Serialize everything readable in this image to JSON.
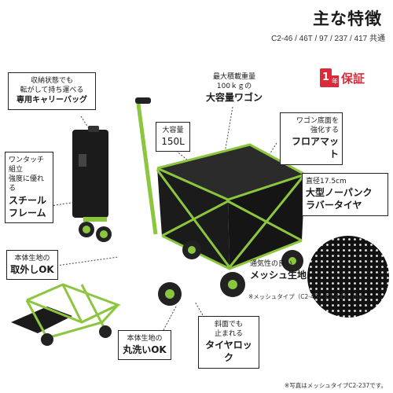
{
  "header": {
    "title": "主な特徴",
    "models": "C2-46 / 46T / 97 / 237 / 417 共通"
  },
  "warranty": {
    "number": "1",
    "unit": "年",
    "label": "保証"
  },
  "features": {
    "carry_bag": {
      "line1": "収納状態でも",
      "line2": "転がして持ち運べる",
      "line3": "専用キャリーバッグ"
    },
    "frame": {
      "line1": "ワンタッチ組立",
      "line2": "強度に優れる",
      "line3": "スチール",
      "line4": "フレーム"
    },
    "capacity": {
      "line1": "大容量",
      "line2": "150L"
    },
    "load": {
      "line1": "最大積載重量",
      "line2": "100ｋｇの",
      "line3": "大容量ワゴン"
    },
    "floor_mat": {
      "line1": "ワゴン底面を",
      "line2": "強化する",
      "line3": "フロアマット"
    },
    "tire": {
      "line1": "直径17.5cm",
      "line2": "大型ノーパンク",
      "line3": "ラバータイヤ"
    },
    "removable": {
      "line1": "本体生地の",
      "line2": "取外しOK"
    },
    "mesh": {
      "line1": "通気性の良い",
      "line2": "メッシュ生地"
    },
    "washable": {
      "line1": "本体生地の",
      "line2": "丸洗いOK"
    },
    "tire_lock": {
      "line1": "斜面でも",
      "line2": "止まれる",
      "line3": "タイヤロック"
    }
  },
  "mesh_note": "※メッシュタイプ（C2-437, C2-417）のみ",
  "footnote": "※写真はメッシュタイプC2-237です。",
  "colors": {
    "frame": "#8cc63f",
    "fabric": "#1b1b1b",
    "accent": "#d92b3a"
  }
}
